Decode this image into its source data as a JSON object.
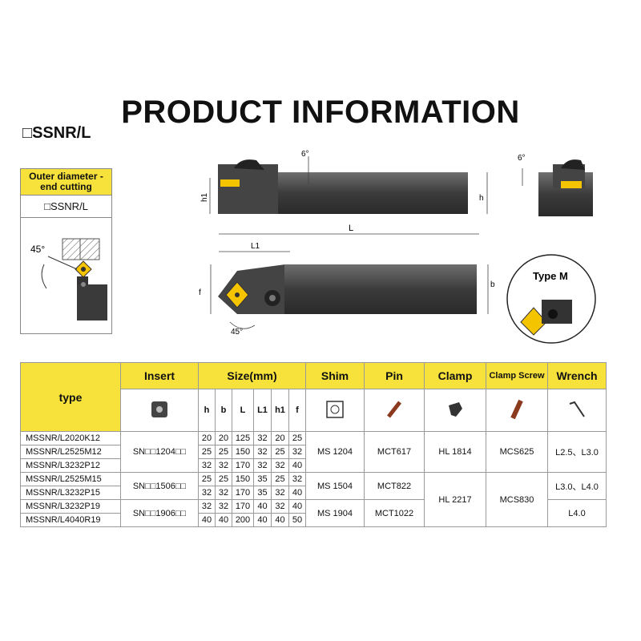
{
  "title": "PRODUCT INFORMATION",
  "model": "□SSNR/L",
  "side_box": {
    "label": "Outer diameter -end cutting",
    "model": "□SSNR/L",
    "angle": "45°"
  },
  "drawing": {
    "angle_top": "6°",
    "angle_right": "6°",
    "h1": "h1",
    "h": "h",
    "L": "L",
    "L1": "L1",
    "f": "f",
    "b": "b",
    "angle_bottom": "45°",
    "type_m": "Type M"
  },
  "table": {
    "headers": {
      "type": "type",
      "insert": "Insert",
      "size": "Size(mm)",
      "shim": "Shim",
      "pin": "Pin",
      "clamp": "Clamp",
      "clamp_screw": "Clamp Screw",
      "wrench": "Wrench"
    },
    "size_cols": [
      "h",
      "b",
      "L",
      "L1",
      "h1",
      "f"
    ],
    "rows": [
      {
        "type": "MSSNR/L2020K12",
        "sizes": [
          "20",
          "20",
          "125",
          "32",
          "20",
          "25"
        ]
      },
      {
        "type": "MSSNR/L2525M12",
        "sizes": [
          "25",
          "25",
          "150",
          "32",
          "25",
          "32"
        ]
      },
      {
        "type": "MSSNR/L3232P12",
        "sizes": [
          "32",
          "32",
          "170",
          "32",
          "32",
          "40"
        ]
      },
      {
        "type": "MSSNR/L2525M15",
        "sizes": [
          "25",
          "25",
          "150",
          "35",
          "25",
          "32"
        ]
      },
      {
        "type": "MSSNR/L3232P15",
        "sizes": [
          "32",
          "32",
          "170",
          "35",
          "32",
          "40"
        ]
      },
      {
        "type": "MSSNR/L3232P19",
        "sizes": [
          "32",
          "32",
          "170",
          "40",
          "32",
          "40"
        ]
      },
      {
        "type": "MSSNR/L4040R19",
        "sizes": [
          "40",
          "40",
          "200",
          "40",
          "40",
          "50"
        ]
      }
    ],
    "inserts": [
      "SN□□1204□□",
      "SN□□1506□□",
      "SN□□1906□□"
    ],
    "shims": [
      "MS 1204",
      "MS 1504",
      "MS 1904"
    ],
    "pins": [
      "MCT617",
      "MCT822",
      "MCT1022"
    ],
    "clamps": [
      "HL 1814",
      "HL 2217"
    ],
    "clamp_screws": [
      "MCS625",
      "MCS830"
    ],
    "wrenches": [
      "L2.5、L3.0",
      "L3.0、L4.0",
      "L4.0"
    ]
  }
}
